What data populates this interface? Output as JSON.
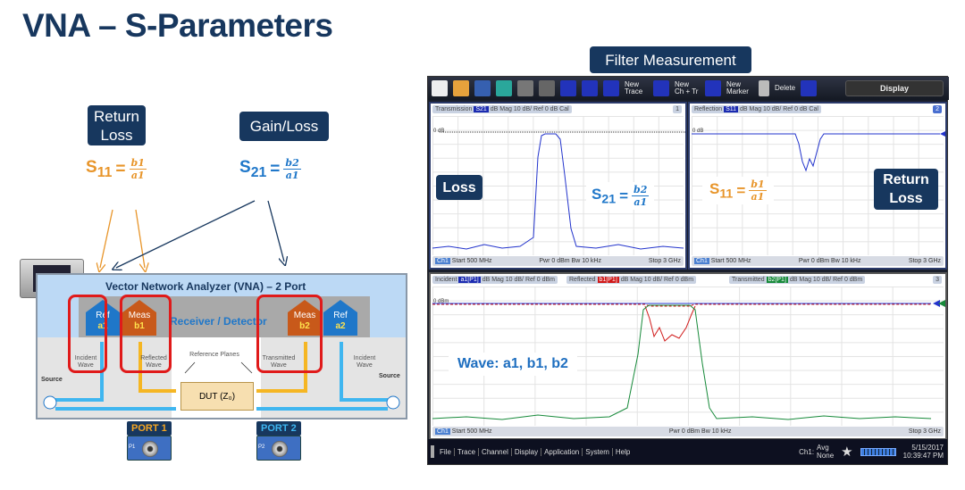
{
  "title": "VNA – S-Parameters",
  "left": {
    "return_loss": "Return Loss",
    "gain_loss": "Gain/Loss",
    "s11": {
      "label": "S",
      "sub": "11",
      "eq": "=",
      "num": "b1",
      "den": "a1"
    },
    "s21": {
      "label": "S",
      "sub": "21",
      "eq": "=",
      "num": "b2",
      "den": "a1"
    },
    "vna": {
      "title": "Vector Network Analyzer (VNA) – 2 Port",
      "receiver": "Receiver / Detector",
      "ref_a1": {
        "top": "Ref",
        "bottom": "a1"
      },
      "meas_b1": {
        "top": "Meas",
        "bottom": "b1"
      },
      "meas_b2": {
        "top": "Meas",
        "bottom": "b2"
      },
      "ref_a2": {
        "top": "Ref",
        "bottom": "a2"
      },
      "incident_left": "Incident Wave",
      "reflected": "Reflected Wave",
      "reference_planes": "Reference Planes",
      "transmitted": "Transmitted Wave",
      "incident_right": "Incident Wave",
      "source_left": "Source",
      "source_right": "Source",
      "dut": "DUT (Z₀)",
      "port1": "PORT 1",
      "port2": "PORT 2",
      "p1": "P1",
      "p2": "P2"
    }
  },
  "right": {
    "heading": "Filter Measurement",
    "toolbar": {
      "new_trace": "New Trace",
      "new_ch_tr": "New Ch + Tr",
      "new_marker": "New Marker",
      "delete": "Delete",
      "display": "Display"
    },
    "plot1": {
      "name": "Transmission",
      "param": "S21",
      "info": "dB Mag 10 dB/ Ref 0 dB Cal",
      "num": "1",
      "ref": "0 dB",
      "footer": {
        "ch": "Ch1",
        "start": "Start 500 MHz",
        "mid": "Pwr 0 dBm Bw 10 kHz",
        "stop": "Stop 3 GHz"
      },
      "callout": "Loss"
    },
    "plot2": {
      "name": "Reflection",
      "param": "S11",
      "info": "dB Mag 10 dB/ Ref 0 dB Cal",
      "num": "2",
      "ref": "0 dB",
      "footer": {
        "ch": "Ch1",
        "start": "Start 500 MHz",
        "mid": "Pwr 0 dBm Bw 10 kHz",
        "stop": "Stop 3 GHz"
      },
      "callout": "Return Loss"
    },
    "plot3": {
      "incident": "Incident",
      "a1": "a1[P1]",
      "a1_info": "dB Mag 10 dB/ Ref 0 dBm",
      "reflected": "Reflected",
      "b1": "b1[P1]",
      "b1_info": "dB Mag 10 dB/ Ref 0 dBm",
      "transmitted": "Transmitted",
      "b2": "b2[P1]",
      "b2_info": "dB Mag 10 dB/ Ref 0 dBm",
      "num": "3",
      "ref": "0 dBm",
      "footer": {
        "ch": "Ch1",
        "start": "Start 500 MHz",
        "mid": "Pwr 0 dBm Bw 10 kHz",
        "stop": "Stop 3 GHz"
      },
      "callout": "Wave: a1, b1, b2"
    },
    "menu": [
      "File",
      "Trace",
      "Channel",
      "Display",
      "Application",
      "System",
      "Help"
    ],
    "status": {
      "ch": "Ch1:",
      "avg": "Avg",
      "none": "None",
      "date": "5/15/2017",
      "time": "10:39:47 PM"
    }
  },
  "colors": {
    "navy": "#17375e",
    "orange": "#e8952a",
    "blue": "#1f77c9",
    "red": "#e01a1a"
  }
}
